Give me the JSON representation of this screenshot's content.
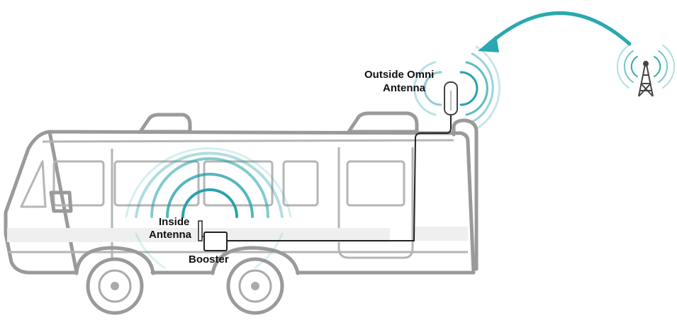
{
  "labels": {
    "outside_antenna_line1": "Outside Omni",
    "outside_antenna_line2": "Antenna",
    "inside_antenna_line1": "Inside",
    "inside_antenna_line2": "Antenna",
    "booster": "Booster"
  },
  "colors": {
    "signal": "#1e9ea8",
    "arrow": "#2aa8b0",
    "rv_outline": "#9a9a9a",
    "cable": "#222222",
    "label_text": "#111111"
  },
  "icons": [
    "cell-tower-icon",
    "signal-arrow-icon",
    "omni-antenna-icon",
    "booster-icon",
    "inside-antenna-icon"
  ]
}
